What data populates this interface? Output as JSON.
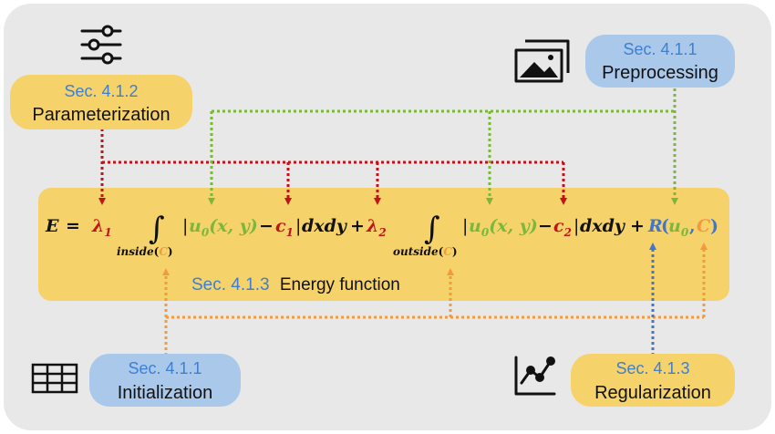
{
  "colors": {
    "panel_bg": "#e8e8e8",
    "yellow": "#f5d26a",
    "blue_box": "#a9c8ea",
    "sec_blue": "#3f7fd0",
    "red": "#c0141c",
    "green": "#7ab83c",
    "orange": "#f29a3c",
    "blue_arrow": "#3f76d0",
    "black": "#111111"
  },
  "boxes": {
    "parameterization": {
      "sec": "Sec. 4.1.2",
      "label": "Parameterization"
    },
    "preprocessing": {
      "sec": "Sec. 4.1.1",
      "label": "Preprocessing"
    },
    "energy": {
      "sec": "Sec. 4.1.3",
      "label": "Energy function"
    },
    "initialization": {
      "sec": "Sec. 4.1.1",
      "label": "Initialization"
    },
    "regularization": {
      "sec": "Sec. 4.1.3",
      "label": "Regularization"
    }
  },
  "equation": {
    "E": "E",
    "eq": "=",
    "lambda": "λ",
    "sub1": "1",
    "sub2": "2",
    "sub0": "0",
    "integral": "∫",
    "inside": "inside",
    "outside": "outside",
    "C": "C",
    "bar": "|",
    "u": "u",
    "args": "(x, y)",
    "minus": "−",
    "c": "c",
    "dxdy": "dxdy",
    "plus": "+",
    "R": "R",
    "lparen": "(",
    "rparen": ")",
    "comma": ",",
    "lparen_small": "(",
    "rparen_small": ")"
  },
  "icons": {
    "parameterization": "sliders-icon",
    "preprocessing": "images-icon",
    "initialization": "grid-table-icon",
    "regularization": "line-chart-icon"
  }
}
